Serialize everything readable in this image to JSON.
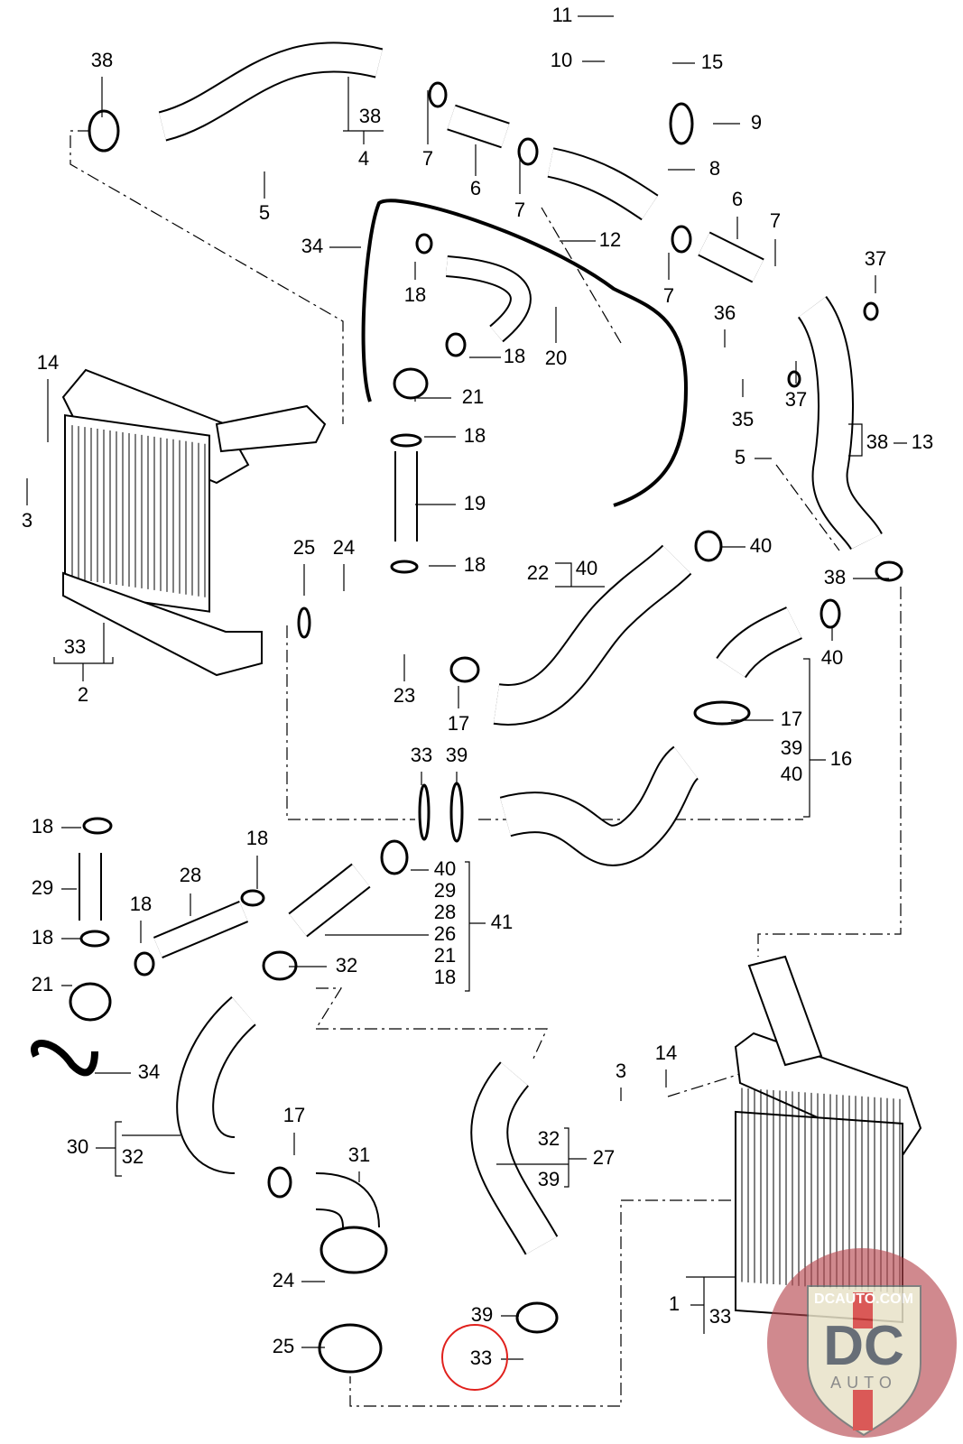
{
  "diagram": {
    "callouts": [
      "11",
      "10",
      "15",
      "38",
      "38",
      "4",
      "9",
      "7",
      "6",
      "5",
      "7",
      "8",
      "12",
      "34",
      "6",
      "7",
      "37",
      "18",
      "7",
      "36",
      "20",
      "18",
      "14",
      "21",
      "37",
      "35",
      "18",
      "38",
      "13",
      "5",
      "3",
      "19",
      "25",
      "24",
      "40",
      "22",
      "40",
      "18",
      "38",
      "33",
      "2",
      "40",
      "23",
      "17",
      "17",
      "39",
      "16",
      "40",
      "33",
      "39",
      "18",
      "18",
      "28",
      "40",
      "29",
      "29",
      "28",
      "41",
      "18",
      "26",
      "18",
      "21",
      "32",
      "18",
      "21",
      "34",
      "14",
      "3",
      "17",
      "32",
      "30",
      "32",
      "27",
      "31",
      "39",
      "24",
      "1",
      "33",
      "39",
      "25",
      "33"
    ],
    "highlighted_callout": "33",
    "highlight_color": "#e0201c",
    "watermark": {
      "text_top": "DCAUTO.COM",
      "text_mid": "DC",
      "text_bottom": "AUTO",
      "color": "#b5474f"
    }
  }
}
